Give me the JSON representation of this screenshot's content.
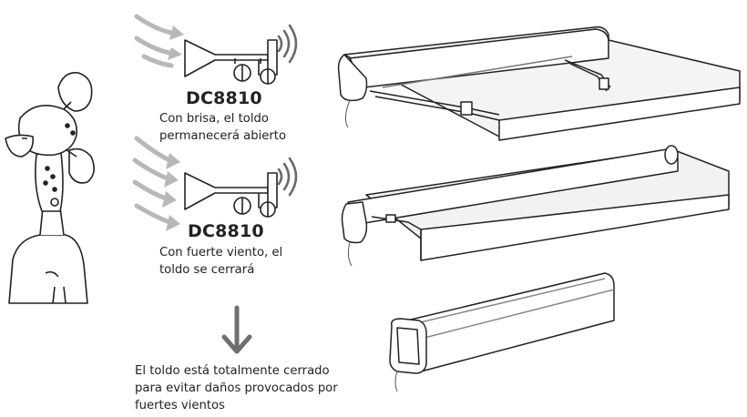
{
  "scene1": {
    "model": "DC8810",
    "caption_lines": [
      "Con brisa, el toldo",
      "permanecerá abierto"
    ]
  },
  "scene2": {
    "model": "DC8810",
    "caption_lines": [
      "Con fuerte viento, el",
      "toldo se cerrará"
    ]
  },
  "final": {
    "caption_lines": [
      "El toldo está totalmente cerrado",
      "para evitar daños provocados por",
      "fuertes vientos"
    ]
  },
  "colors": {
    "line": "#222222",
    "wind": "#b8b8b8",
    "arrow": "#6e6e6e",
    "fill_light": "#f1f1f1"
  }
}
